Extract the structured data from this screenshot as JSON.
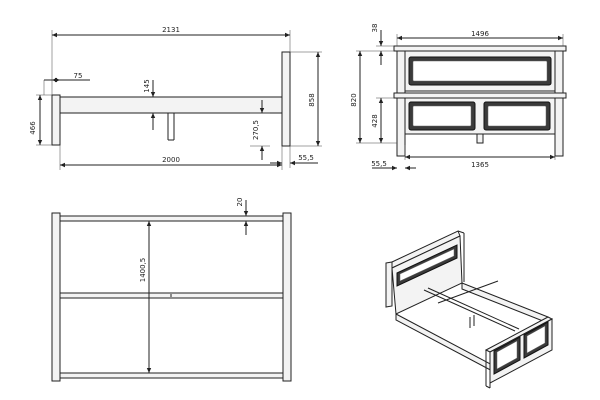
{
  "dimensions": {
    "side_total_length": "2131",
    "side_inner_length": "2000",
    "side_foot_post": "75",
    "side_rail_height": "145",
    "side_rail_clearance": "270,5",
    "side_foot_height": "466",
    "side_head_height": "858",
    "side_offset": "55,5",
    "front_total_width": "1496",
    "front_top_cap": "38",
    "front_height": "820",
    "front_lower_panel": "428",
    "front_inner_width": "1365",
    "front_offset": "55,5",
    "top_inner_width": "1400,5",
    "top_post": "20"
  },
  "colors": {
    "line": "#222222",
    "panel_dark": "#3a3a3a",
    "part_fill": "#f3f3f3"
  }
}
